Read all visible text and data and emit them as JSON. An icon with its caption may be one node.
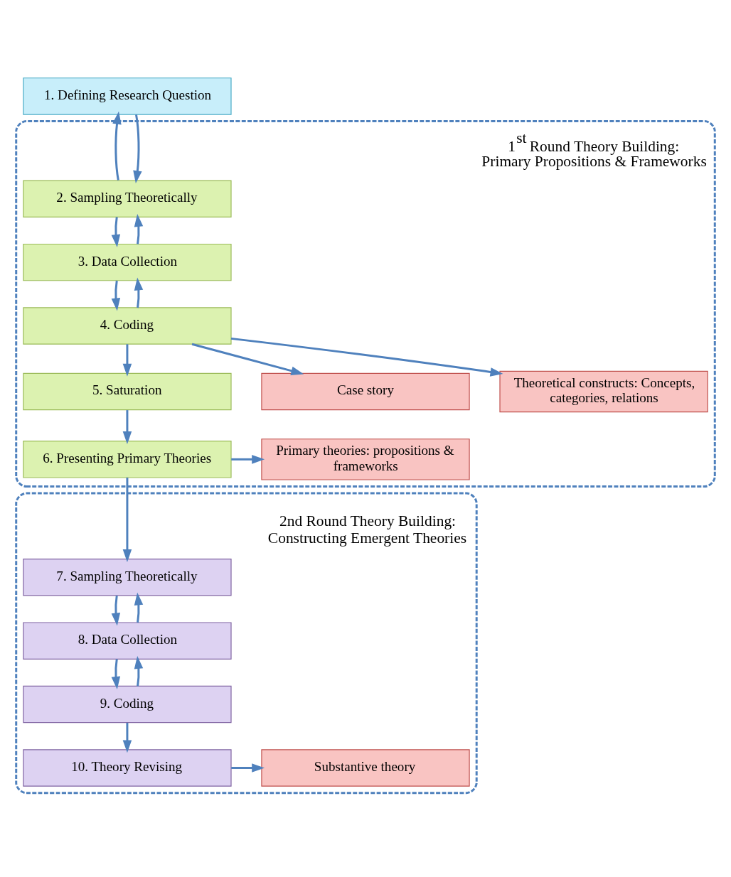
{
  "diagram": {
    "nodes": [
      {
        "text": [
          "1. Defining Research Question"
        ]
      },
      {
        "text": [
          "1$^{st}$ Round Theory Building: Primary Propositions & Frameworks"
        ]
      },
      {
        "text": [
          "2. Sampling Theoretically"
        ],
        "in": 1
      },
      {
        "text": [
          "3. Data Collection"
        ],
        "in": 1
      },
      {
        "text": [
          "4. Coding"
        ],
        "in": 1
      },
      {
        "text": [
          "Case story"
        ],
        "in": 1
      },
      {
        "text": [
          "Theoretical constructs: Concepts, categories, relations"
        ],
        "in": 1
      },
      {
        "text": [
          "5. Saturation"
        ],
        "in": 1
      },
      {
        "text": [
          "6. Presenting Primary Theories"
        ],
        "in": 1
      },
      {
        "text": [
          "Primary theories: propositions & frameworks"
        ],
        "in": 1
      },
      {
        "text": [
          "2nd Round Theory Building: Constructing Emergent Theories"
        ]
      },
      {
        "text": [
          "7. Sampling Theoretically"
        ],
        "in": 10
      },
      {
        "text": [
          "8. Data Collection"
        ],
        "in": 10
      },
      {
        "text": [
          "9. Coding"
        ],
        "in": 10
      },
      {
        "text": [
          "10. Theory Revising"
        ],
        "in": 10
      },
      {
        "text": [
          "Substantive theory"
        ],
        "in": 10
      }
    ],
    "edges": [
      {
        "from": 0,
        "to": 2,
        "arrow": "to"
      },
      {
        "from": 2,
        "to": 0,
        "arrow": "to"
      },
      {
        "from": 2,
        "to": 3,
        "arrow": "to"
      },
      {
        "from": 3,
        "to": 2,
        "arrow": "to"
      },
      {
        "from": 3,
        "to": 4,
        "arrow": "to"
      },
      {
        "from": 4,
        "to": 3,
        "arrow": "to"
      },
      {
        "from": 4,
        "to": 5,
        "arrow": "to"
      },
      {
        "from": 4,
        "to": 6,
        "arrow": "to"
      },
      {
        "from": 4,
        "to": 7,
        "arrow": "to"
      },
      {
        "from": 7,
        "to": 8,
        "arrow": "to"
      },
      {
        "from": 8,
        "to": 9,
        "arrow": "to"
      },
      {
        "from": 8,
        "to": 11,
        "arrow": "to"
      },
      {
        "from": 11,
        "to": 12,
        "arrow": "to"
      },
      {
        "from": 12,
        "to": 11,
        "arrow": "to"
      },
      {
        "from": 12,
        "to": 13,
        "arrow": "to"
      },
      {
        "from": 13,
        "to": 12,
        "arrow": "to"
      },
      {
        "from": 13,
        "to": 14,
        "arrow": "to"
      },
      {
        "from": 14,
        "to": 15,
        "arrow": "to"
      }
    ]
  }
}
